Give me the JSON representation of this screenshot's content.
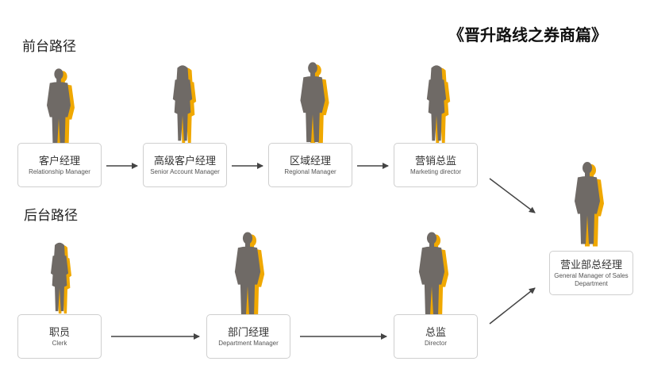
{
  "title": "《晋升路线之券商篇》",
  "front": {
    "label": "前台路径",
    "nodes": [
      {
        "zh": "客户经理",
        "en": "Relationship Manager"
      },
      {
        "zh": "高级客户经理",
        "en": "Senior Account Manager"
      },
      {
        "zh": "区域经理",
        "en": "Regional Manager"
      },
      {
        "zh": "营销总监",
        "en": "Marketing director"
      }
    ]
  },
  "back": {
    "label": "后台路径",
    "nodes": [
      {
        "zh": "职员",
        "en": "Clerk"
      },
      {
        "zh": "部门经理",
        "en": "Department Manager"
      },
      {
        "zh": "总监",
        "en": "Director"
      }
    ]
  },
  "final": {
    "zh": "营业部总经理",
    "en": "General Manager of Sales Department"
  },
  "colors": {
    "figure": "#6f6a66",
    "shadow": "#f0a800",
    "arrow": "#444444",
    "border": "#cfcfcf"
  }
}
